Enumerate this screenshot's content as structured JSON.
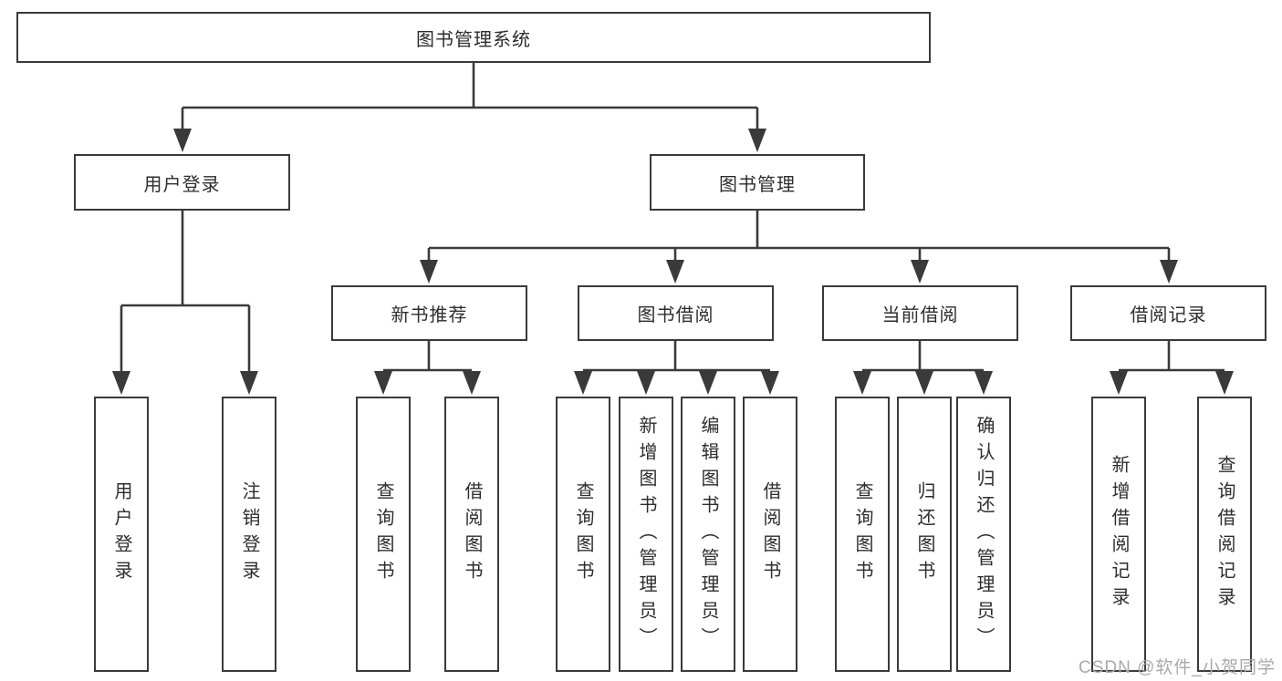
{
  "diagram_title": "图书管理系统",
  "tree": {
    "label": "图书管理系统",
    "children": [
      {
        "label": "用户登录",
        "children": [
          {
            "label": "用户登录"
          },
          {
            "label": "注销登录"
          }
        ]
      },
      {
        "label": "图书管理",
        "children": [
          {
            "label": "新书推荐",
            "children": [
              {
                "label": "查询图书"
              },
              {
                "label": "借阅图书"
              }
            ]
          },
          {
            "label": "图书借阅",
            "children": [
              {
                "label": "查询图书"
              },
              {
                "label": "新增图书（管理员）"
              },
              {
                "label": "编辑图书（管理员）"
              },
              {
                "label": "借阅图书"
              }
            ]
          },
          {
            "label": "当前借阅",
            "children": [
              {
                "label": "查询图书"
              },
              {
                "label": "归还图书"
              },
              {
                "label": "确认归还（管理员）"
              }
            ]
          },
          {
            "label": "借阅记录",
            "children": [
              {
                "label": "新增借阅记录"
              },
              {
                "label": "查询借阅记录"
              }
            ]
          }
        ]
      }
    ]
  },
  "watermark": {
    "text": "CSDN @软件_小贺同学"
  },
  "colors": {
    "line": "#3a3a3a",
    "text": "#2d2d2d",
    "watermark": "#a9a9a9",
    "background": "#ffffff"
  }
}
